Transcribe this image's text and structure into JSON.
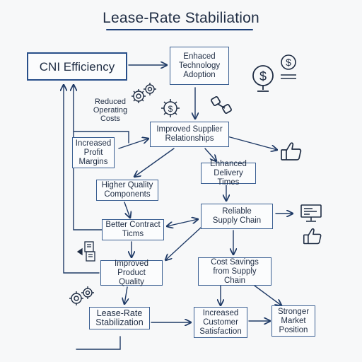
{
  "title": "Lease-Rate Stabiliation",
  "nodes": {
    "cni_efficiency": "CNI Efficiency",
    "tech_adoption": "Enhaced\nTechnology\nAdoption",
    "reduced_costs": "Reduced\nOperating\nCosts",
    "supplier_relationships": "Improved Supplier\nRelationships",
    "profit_margins": "Increased\nProfit\nMargins",
    "delivery_times": "Enhanced\nDelivery Times",
    "quality_components": "Higher Quality\nComponents",
    "supply_chain": "Reliable\nSupply Chain",
    "contract_terms": "Better Contract\nTicms",
    "product_quality": "Improved\nProduct Quality",
    "cost_savings": "Cost Savings\nfrom Supply Chain",
    "lease_rate": "Lease-Rate\nStabilization",
    "customer_satisfaction": "Increased\nCustomer\nSatisfaction",
    "market_position": "Stronger\nMarket\nPosition"
  },
  "icons": {
    "dollar_coin": "dollar-sign",
    "dollar_stand": "dollar-sign-on-stand",
    "gears": "gears",
    "gear_dollar": "gear-with-dollar",
    "wrench": "wrench",
    "thumbs_up": "thumbs-up",
    "monitor": "computer-monitor",
    "documents": "documents"
  },
  "colors": {
    "accent": "#284f8a",
    "line": "#1f3a66",
    "background": "#f7f8f9"
  }
}
